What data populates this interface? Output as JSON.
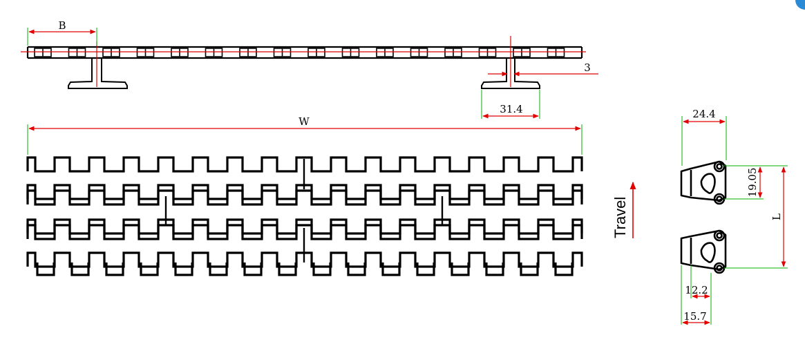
{
  "drawing": {
    "top_view": {
      "dim_B": "B",
      "dim_3": "3",
      "dim_31_4": "31.4"
    },
    "plan_view": {
      "dim_W": "W"
    },
    "side_view": {
      "dim_24_4": "24.4",
      "dim_19_05": "19.05",
      "dim_L": "L",
      "dim_12_2": "12.2",
      "dim_15_7": "15.7"
    },
    "travel_label": "Travel",
    "colors": {
      "outline": "#000000",
      "dimension": "#e00000",
      "extension": "#00b000",
      "corner_badge": "#2a8ad6"
    }
  }
}
